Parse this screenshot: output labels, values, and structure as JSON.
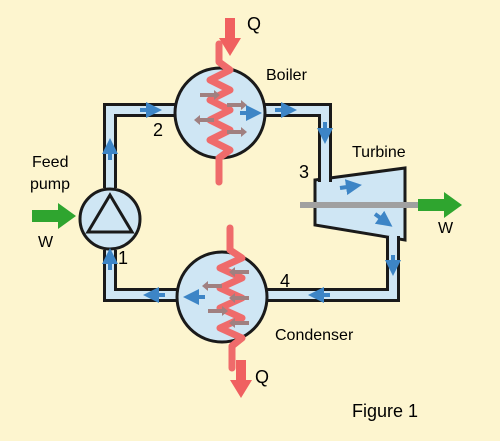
{
  "labels": {
    "heat_in": "Q",
    "heat_out": "Q",
    "boiler": "Boiler",
    "turbine": "Turbine",
    "feed_pump_line1": "Feed",
    "feed_pump_line2": "pump",
    "condenser": "Condenser",
    "work_in": "W",
    "work_out": "W",
    "state_1": "1",
    "state_2": "2",
    "state_3": "3",
    "state_4": "4",
    "figure_caption": "Figure 1"
  },
  "colors": {
    "background": "#fdf5cf",
    "pipe_fill": "#cfe6f4",
    "pipe_outline": "#1a1a1a",
    "flow_arrow": "#3d85c6",
    "heat_arrow": "#f06060",
    "heat_coil": "#ef6b6b",
    "work_arrow": "#2fa52f",
    "shaft": "#a0a0a0",
    "small_arrows": "#a08080"
  }
}
